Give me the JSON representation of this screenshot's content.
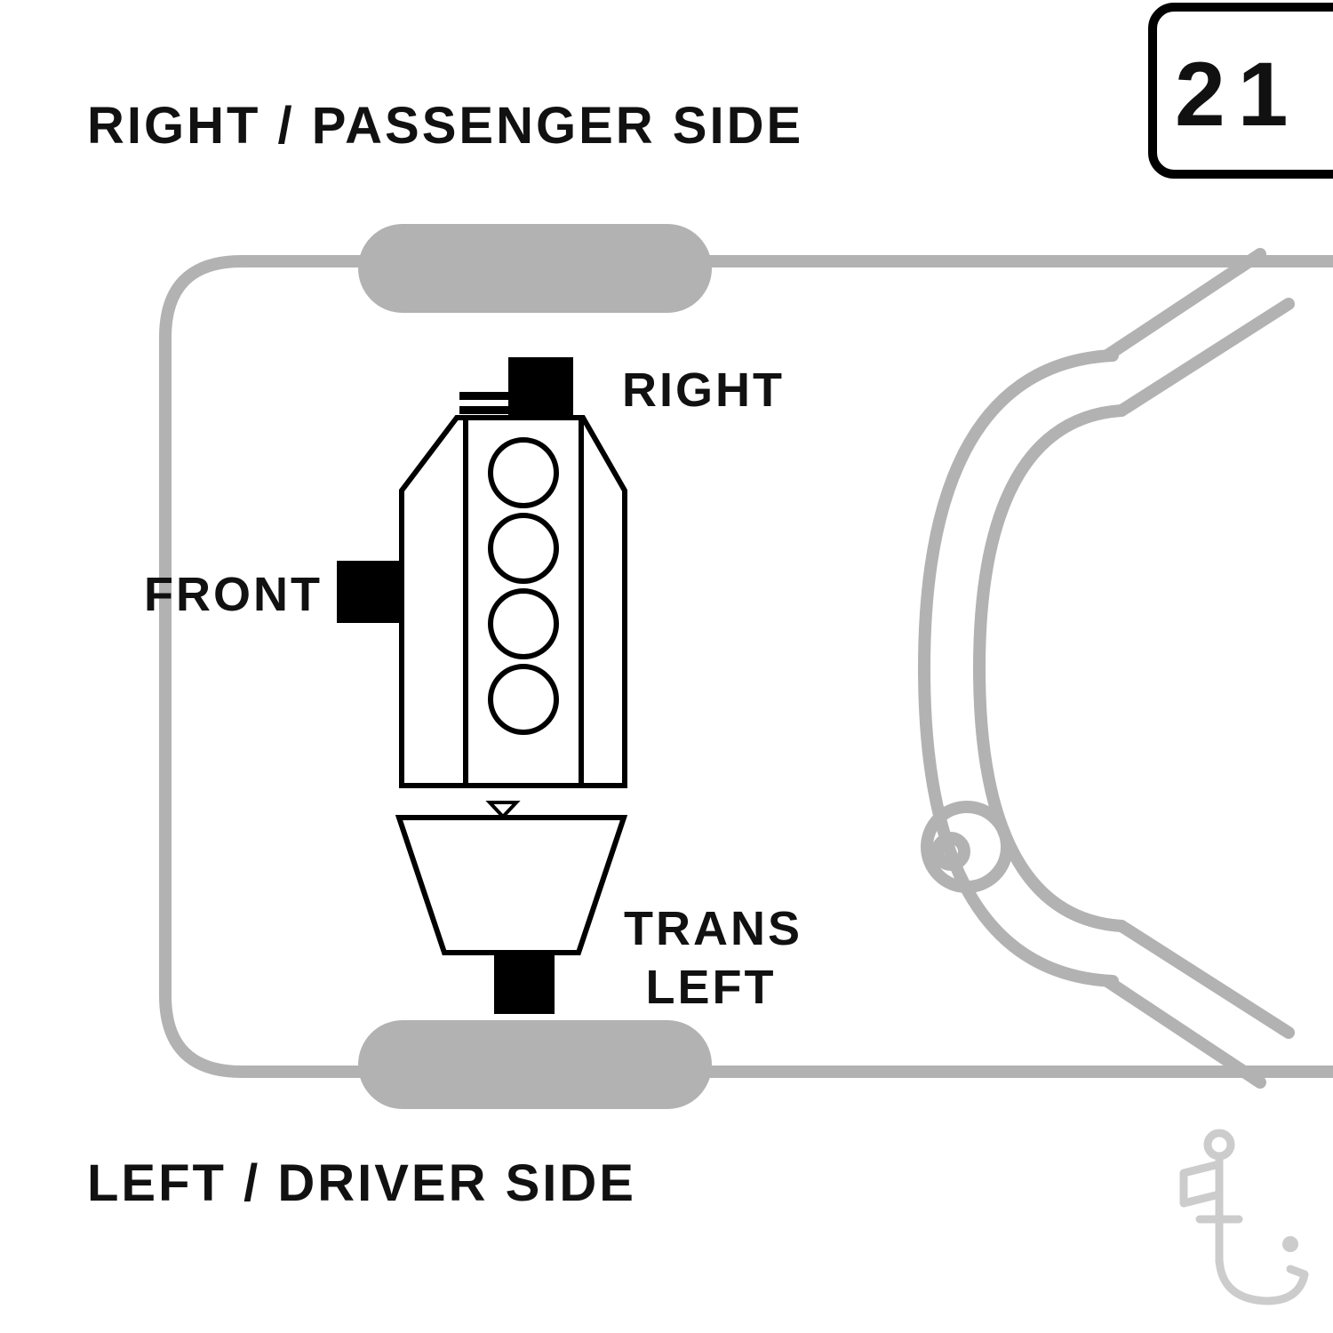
{
  "page": {
    "background": "#ffffff",
    "page_number": "21"
  },
  "headers": {
    "top": "RIGHT / PASSENGER SIDE",
    "bottom": "LEFT / DRIVER SIDE"
  },
  "diagram": {
    "type": "engine-mount-location-diagram",
    "engine_cylinders_visible": 4,
    "labels": {
      "right_mount": "RIGHT",
      "front_mount": "FRONT",
      "trans_mount_line1": "TRANS",
      "trans_mount_line2": "LEFT"
    },
    "colors": {
      "ink": "#000000",
      "car_outline": "#b2b2b2",
      "wheel_fill": "#b2b2b2",
      "watermark": "#cccccc",
      "background": "#ffffff"
    }
  }
}
